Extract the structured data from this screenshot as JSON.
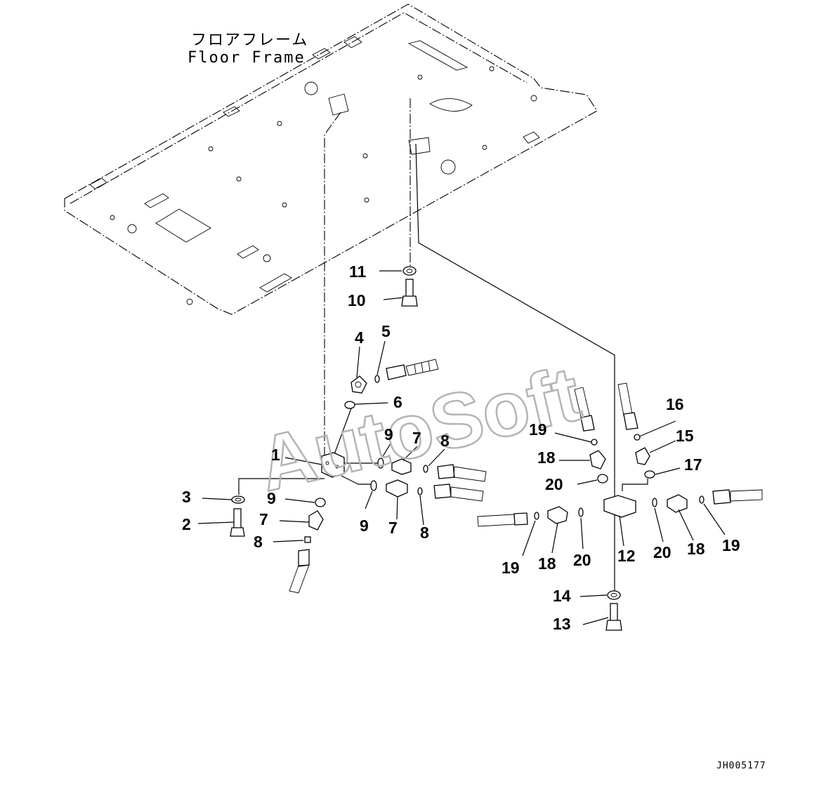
{
  "frame_label": {
    "japanese": "フロアフレーム",
    "english": "Floor Frame"
  },
  "watermark": "AutoSoft",
  "drawing_code": "JH005177",
  "callouts": [
    {
      "id": "c1",
      "number": "1"
    },
    {
      "id": "c2",
      "number": "2"
    },
    {
      "id": "c3",
      "number": "3"
    },
    {
      "id": "c4",
      "number": "4"
    },
    {
      "id": "c5",
      "number": "5"
    },
    {
      "id": "c6",
      "number": "6"
    },
    {
      "id": "c7a",
      "number": "7"
    },
    {
      "id": "c7b",
      "number": "7"
    },
    {
      "id": "c7c",
      "number": "7"
    },
    {
      "id": "c8a",
      "number": "8"
    },
    {
      "id": "c8b",
      "number": "8"
    },
    {
      "id": "c8c",
      "number": "8"
    },
    {
      "id": "c9a",
      "number": "9"
    },
    {
      "id": "c9b",
      "number": "9"
    },
    {
      "id": "c9c",
      "number": "9"
    },
    {
      "id": "c10",
      "number": "10"
    },
    {
      "id": "c11",
      "number": "11"
    },
    {
      "id": "c12",
      "number": "12"
    },
    {
      "id": "c13",
      "number": "13"
    },
    {
      "id": "c14",
      "number": "14"
    },
    {
      "id": "c15",
      "number": "15"
    },
    {
      "id": "c16",
      "number": "16"
    },
    {
      "id": "c17",
      "number": "17"
    },
    {
      "id": "c18a",
      "number": "18"
    },
    {
      "id": "c18b",
      "number": "18"
    },
    {
      "id": "c18c",
      "number": "18"
    },
    {
      "id": "c19a",
      "number": "19"
    },
    {
      "id": "c19b",
      "number": "19"
    },
    {
      "id": "c19c",
      "number": "19"
    },
    {
      "id": "c20a",
      "number": "20"
    },
    {
      "id": "c20b",
      "number": "20"
    },
    {
      "id": "c20c",
      "number": "20"
    }
  ]
}
